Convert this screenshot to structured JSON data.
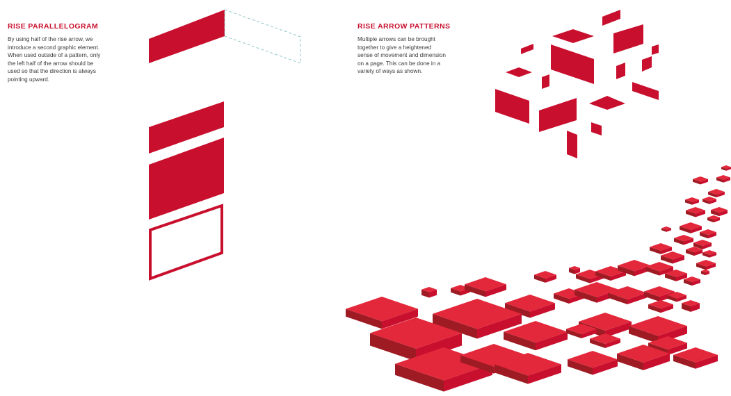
{
  "theme": {
    "primary": "#c8102e",
    "top_face": "#e3283b",
    "dark_face": "#9e1b24",
    "dashed_outline": "#8fc4c6"
  },
  "sections": [
    {
      "title": "RISE PARALLELOGRAM",
      "body": "By using half of the rise arrow, we\nintroduce a second graphic element.\nWhen used outside of a pattern, only\nthe left half of the arrow should be\nused so that the direction is always\npointing upward."
    },
    {
      "title": "RISE ARROW PATTERNS",
      "body": "Multiple arrows can be brought\ntogether to give a heightened\nsense of movement and dimension\non a page. This can be done in a\nvariety of ways as shown."
    }
  ]
}
